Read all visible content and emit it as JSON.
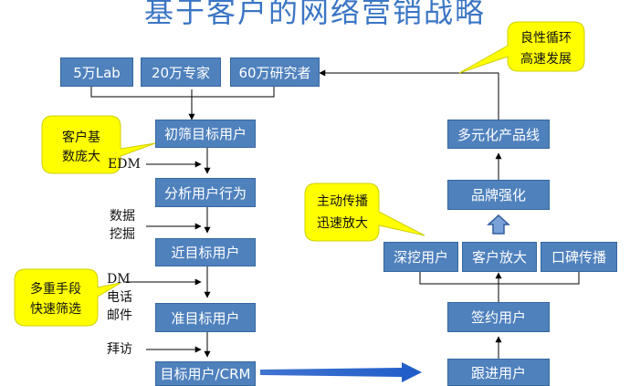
{
  "title": "基于客户的网络营销战略",
  "top_boxes": [
    "5万Lab",
    "20万专家",
    "60万研究者"
  ],
  "funnel": [
    "初筛目标用户",
    "分析用户行为",
    "近目标用户",
    "准目标用户",
    "目标用户/CRM"
  ],
  "side_labels": {
    "edm": "EDM",
    "data_mining": [
      "数据",
      "挖掘"
    ],
    "dm_phone_mail": [
      "DM",
      "电话",
      "邮件"
    ],
    "visit": "拜访"
  },
  "right_boxes": {
    "follow": "跟进用户",
    "sign": "签约用户",
    "deep": "深挖用户",
    "expand": "客户放大",
    "word_of_mouth": "口碑传播",
    "brand": "品牌强化",
    "product_line": "多元化产品线"
  },
  "callouts": {
    "customer_base": [
      "客户基",
      "数庞大"
    ],
    "multi_means": [
      "多重手段",
      "快速筛选"
    ],
    "active_spread": [
      "主动传播",
      "迅速放大"
    ],
    "virtuous_cycle": [
      "良性循环",
      "高速发展"
    ]
  },
  "colors": {
    "title": "#3b76c5",
    "box": "#4f81bd",
    "callout": "#ffff00",
    "blue_arrow": "#1f5cc8"
  }
}
